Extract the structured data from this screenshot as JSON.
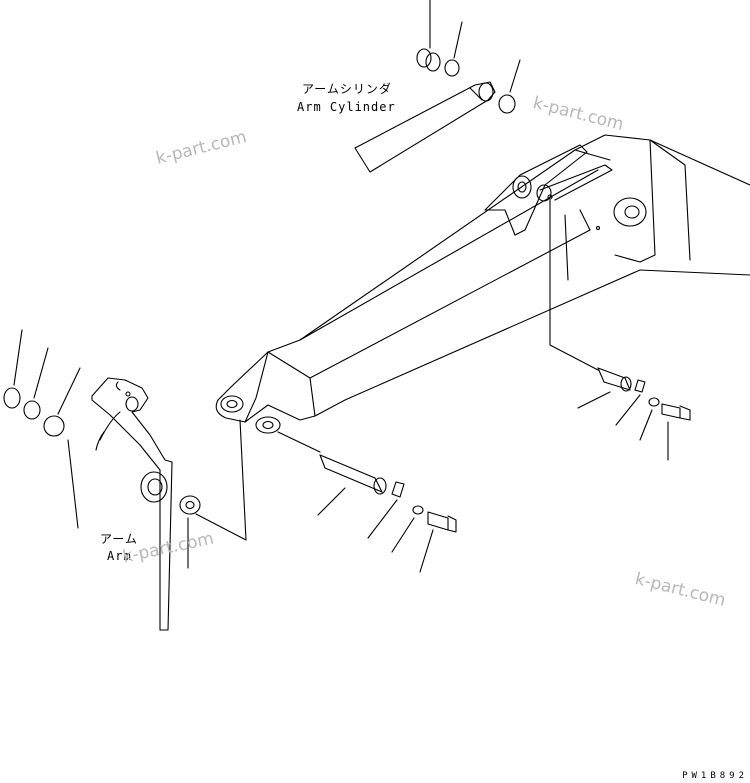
{
  "labels": {
    "arm_cylinder_jp": "アームシリンダ",
    "arm_cylinder_en": "Arm Cylinder",
    "arm_jp": "アーム",
    "arm_en": "Arm"
  },
  "watermark": "k-part.com",
  "drawing_code": "PW1B892",
  "colors": {
    "line": "#000000",
    "watermark": "#b8b8b8",
    "background": "#ffffff"
  }
}
